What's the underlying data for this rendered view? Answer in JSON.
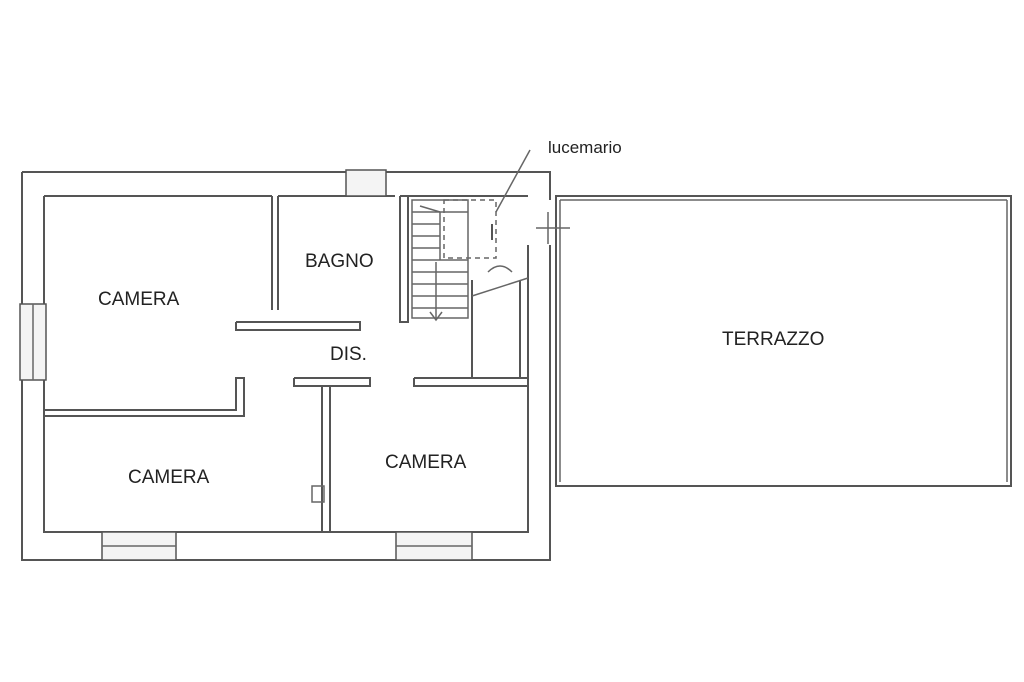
{
  "rooms": {
    "camera_top_left": "CAMERA",
    "bagno": "BAGNO",
    "dis": "DIS.",
    "camera_bottom_left": "CAMERA",
    "camera_bottom_right": "CAMERA",
    "terrazzo": "TERRAZZO"
  },
  "annotations": {
    "skylight": "lucemario"
  }
}
